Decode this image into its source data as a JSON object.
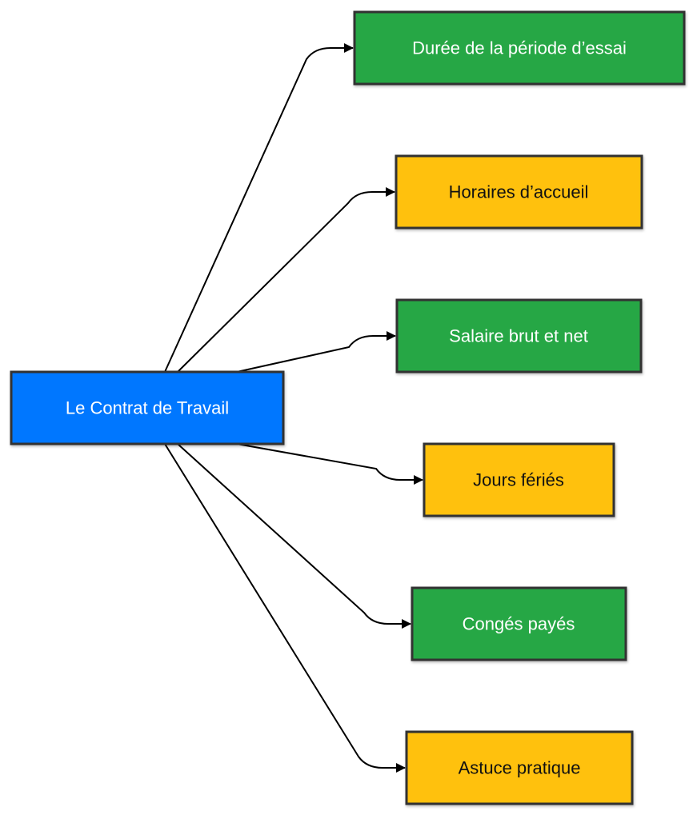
{
  "diagram": {
    "root": {
      "id": "root",
      "label": "Le Contrat de Travail",
      "color": "#0077FF",
      "text_color": "#ffffff"
    },
    "children": [
      {
        "id": "c1",
        "label": "Durée de la période d’essai",
        "color": "#28A745",
        "text_color": "#ffffff"
      },
      {
        "id": "c2",
        "label": "Horaires d’accueil",
        "color": "#FFC107",
        "text_color": "#111111"
      },
      {
        "id": "c3",
        "label": "Salaire brut et net",
        "color": "#28A745",
        "text_color": "#ffffff"
      },
      {
        "id": "c4",
        "label": "Jours fériés",
        "color": "#FFC107",
        "text_color": "#111111"
      },
      {
        "id": "c5",
        "label": "Congés payés",
        "color": "#28A745",
        "text_color": "#ffffff"
      },
      {
        "id": "c6",
        "label": "Astuce pratique",
        "color": "#FFC107",
        "text_color": "#111111"
      }
    ],
    "edges": [
      {
        "from": "root",
        "to": "c1"
      },
      {
        "from": "root",
        "to": "c2"
      },
      {
        "from": "root",
        "to": "c3"
      },
      {
        "from": "root",
        "to": "c4"
      },
      {
        "from": "root",
        "to": "c5"
      },
      {
        "from": "root",
        "to": "c6"
      }
    ],
    "border_color": "#333333",
    "edge_color": "#000000"
  }
}
